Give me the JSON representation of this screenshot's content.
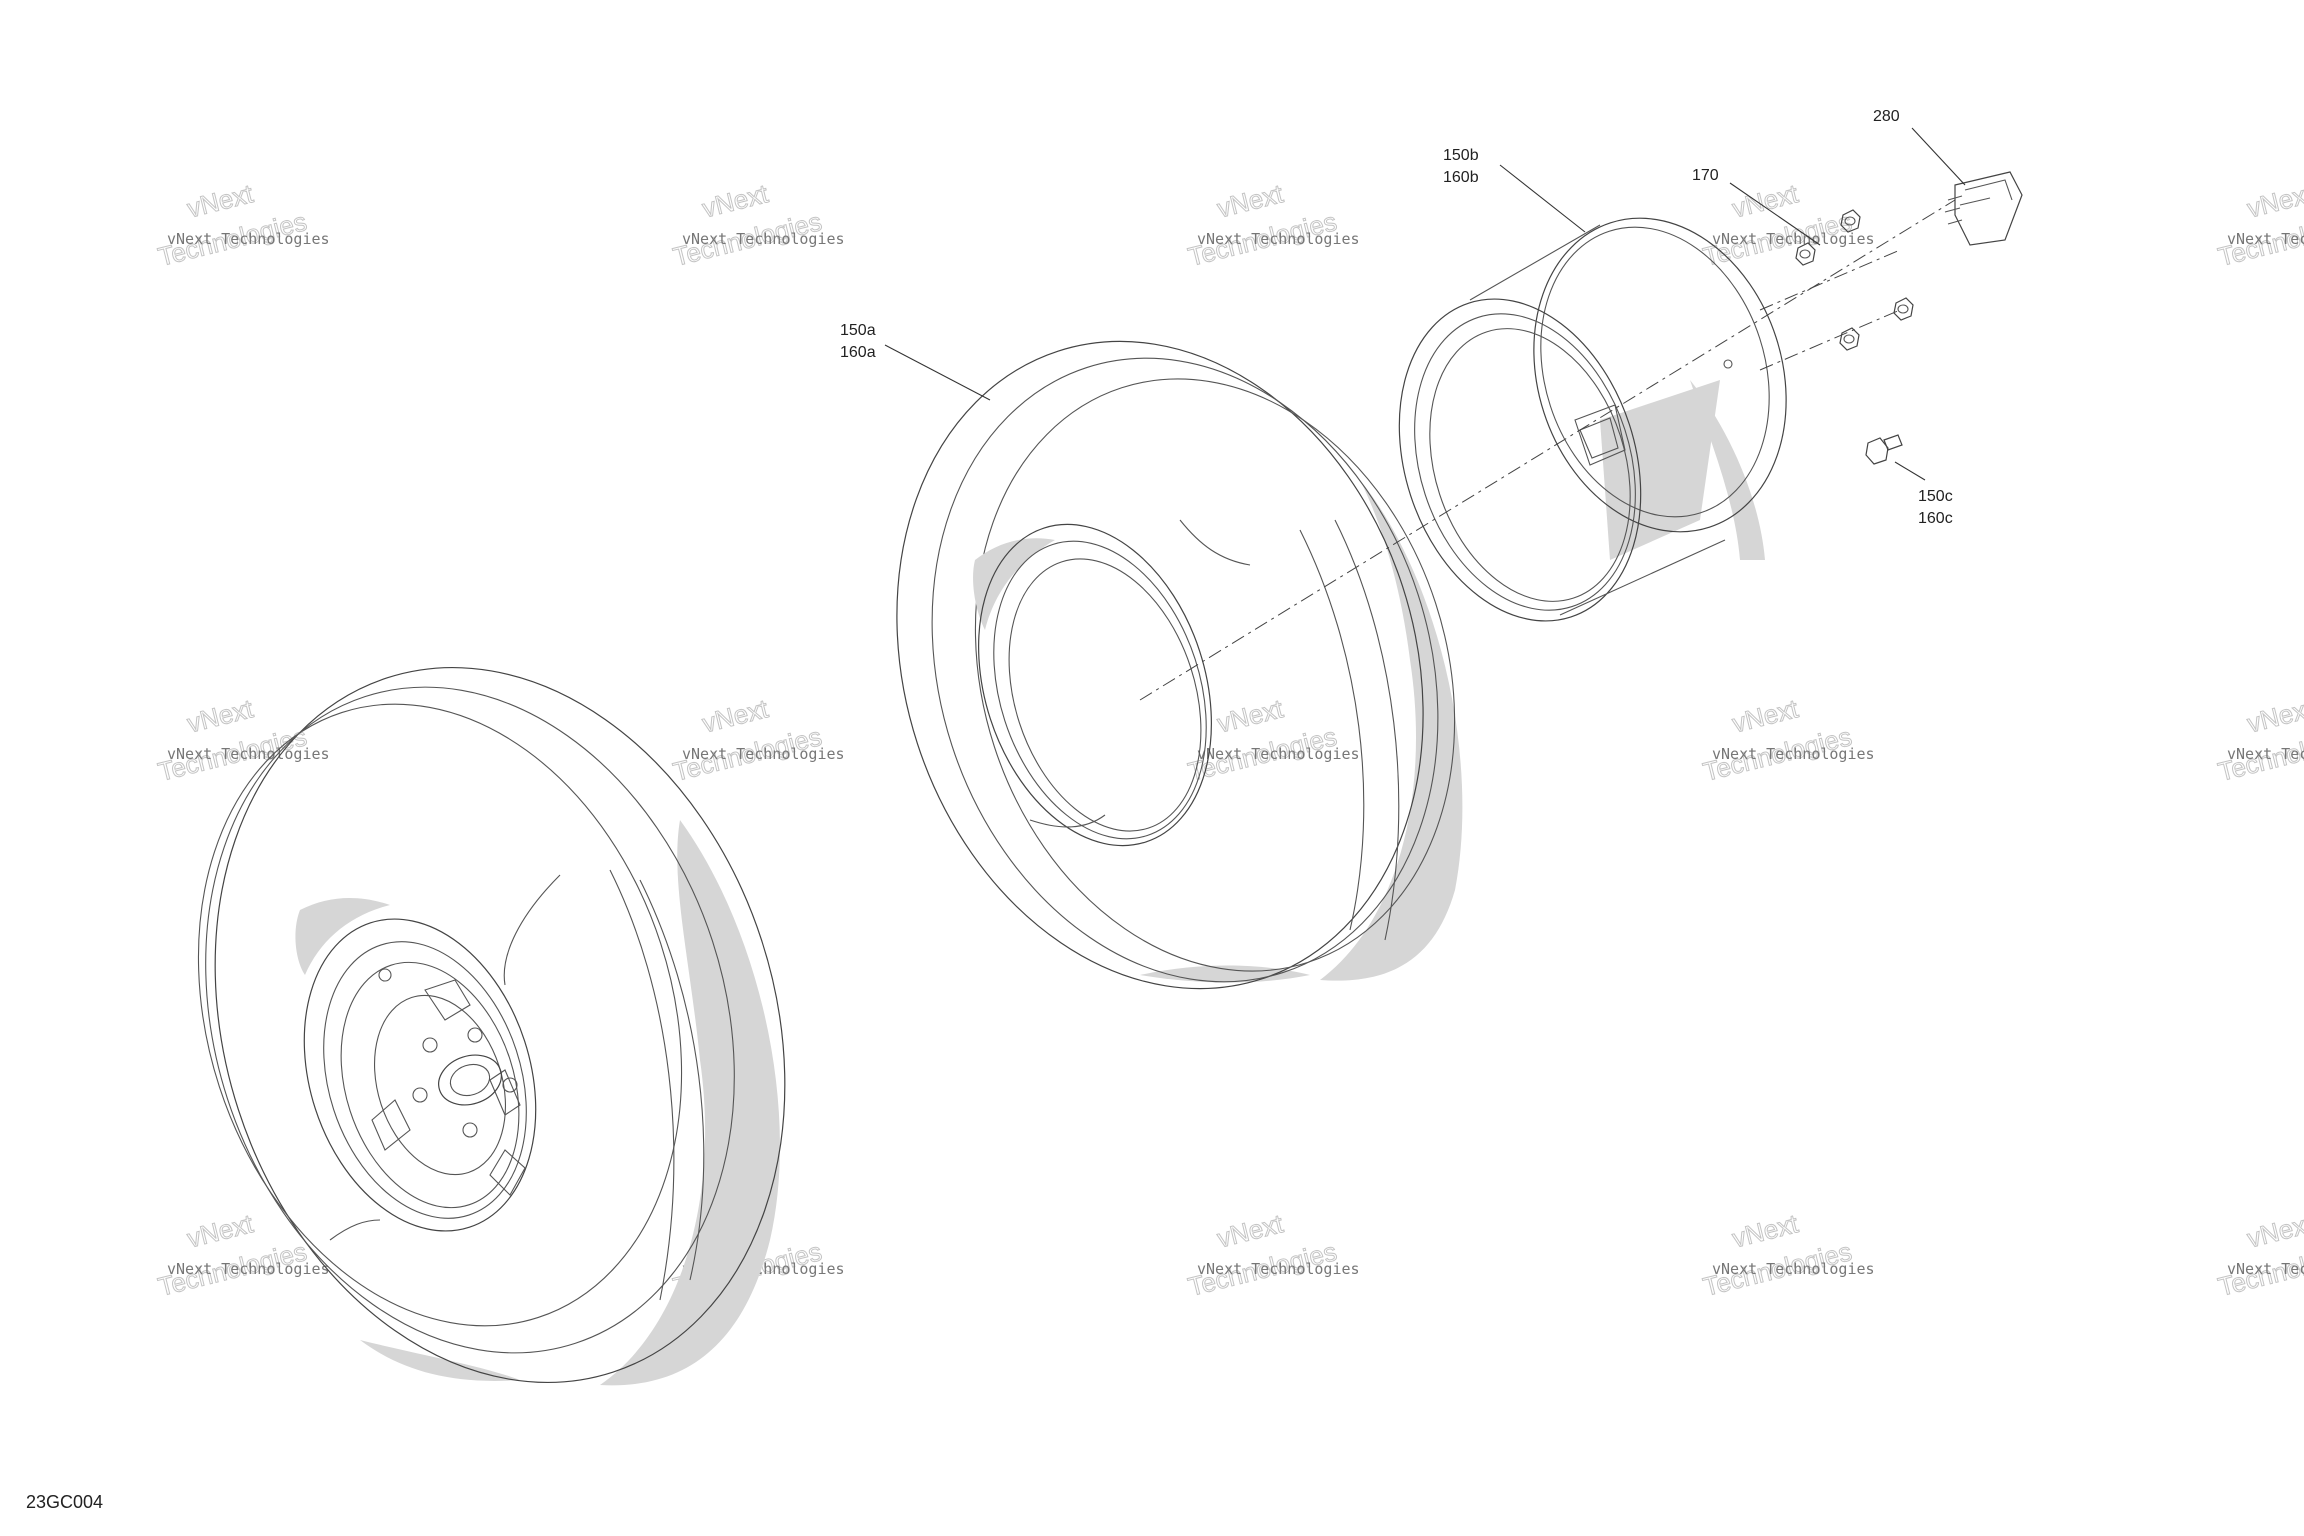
{
  "figure_code": "23GC004",
  "watermark": {
    "line1": "vNext Technologies",
    "line2": "Technologies",
    "line3": "vNext"
  },
  "callouts": {
    "c150a": {
      "line1": "150a",
      "line2": "160a"
    },
    "c150b": {
      "line1": "150b",
      "line2": "160b"
    },
    "c150c": {
      "line1": "150c",
      "line2": "160c"
    },
    "c170": "170",
    "c280": "280"
  }
}
